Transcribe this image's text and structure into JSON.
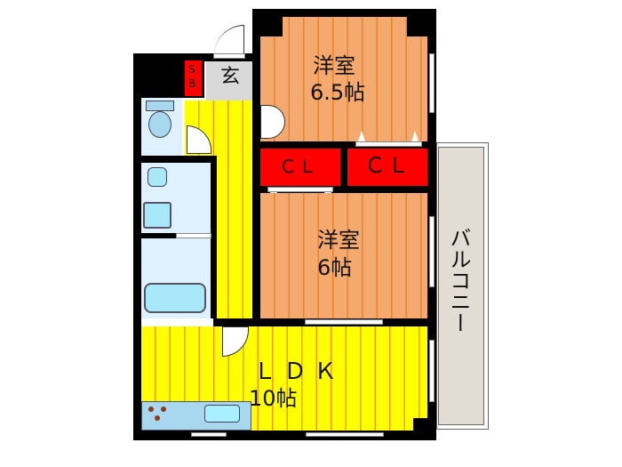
{
  "floor_plan": {
    "rooms": {
      "western_room_1": {
        "name": "洋室",
        "size": "6.5帖"
      },
      "western_room_2": {
        "name": "洋室",
        "size": "6帖"
      },
      "closet_1": {
        "label": "ＣＬ"
      },
      "closet_2": {
        "label": "ＣＬ"
      },
      "ldk": {
        "name": "ＬＤＫ",
        "size": "10帖"
      },
      "entrance": {
        "label": "玄"
      },
      "shoe_box": {
        "label_top": "S",
        "label_bottom": "B"
      },
      "balcony": {
        "label": "バルコニー"
      }
    },
    "colors": {
      "western_room_floor": "#f4aa6e",
      "ldk_floor": "#ffff00",
      "closet": "#ff0000",
      "wet_area": "#dff0ff",
      "balcony": "#e3dcd5",
      "wall": "#000000"
    }
  }
}
